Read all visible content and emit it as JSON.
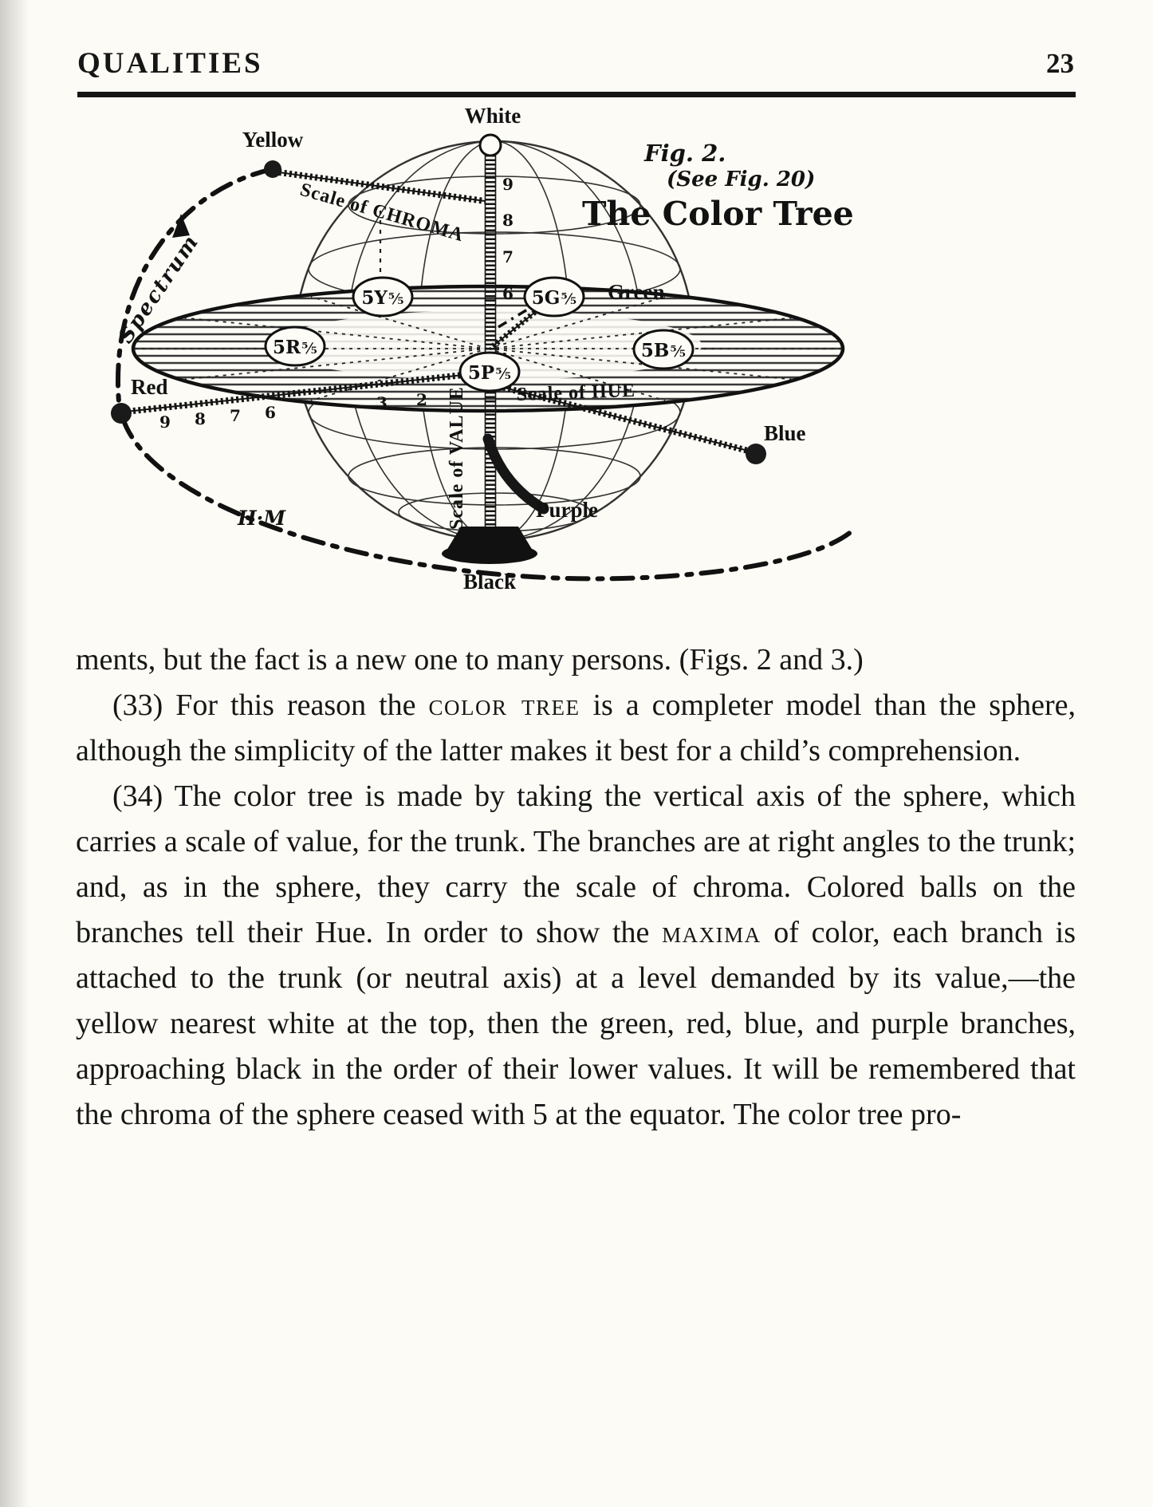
{
  "header": {
    "title": "QUALITIES",
    "page_number": "23"
  },
  "figure": {
    "caption_line1": "Fig. 2.",
    "caption_line2": "(See Fig. 20)",
    "title": "The Color Tree",
    "labels": {
      "white": "White",
      "yellow": "Yellow",
      "green": "Green",
      "red": "Red",
      "blue": "Blue",
      "purple": "Purple",
      "black": "Black",
      "spectrum": "Spectrum",
      "scale_of_chroma": "Scale of CHROMA",
      "scale_of_hue": "Scale of HUE",
      "scale_of_value": "Scale of VALUE",
      "signature": "H·M"
    },
    "hue_chips": [
      {
        "hue": "5Y",
        "fraction": "⁵⁄₅"
      },
      {
        "hue": "5G",
        "fraction": "⁵⁄₅"
      },
      {
        "hue": "5R",
        "fraction": "⁵⁄₅"
      },
      {
        "hue": "5B",
        "fraction": "⁵⁄₅"
      },
      {
        "hue": "5P",
        "fraction": "⁵⁄₅"
      }
    ],
    "trunk_value_numbers": [
      "9",
      "8",
      "7",
      "6"
    ],
    "chroma_numbers": [
      "9",
      "8",
      "7",
      "6",
      "3",
      "2"
    ]
  },
  "body": {
    "p1": "ments, but the fact is a new one to many persons.  (Figs. 2 and 3.)",
    "p2_seg1": "(33) For this reason the ",
    "p2_smallcaps": "color tree",
    "p2_seg2": " is a completer model than the sphere, although the simplicity of the latter makes it best for a child’s comprehension.",
    "p3_seg1": "(34) The color tree is made by taking the vertical axis of the sphere, which carries a scale of value, for the trunk.  The branches are at right angles to the trunk; and, as in the sphere, they carry the scale of chroma.  Colored balls on the branches tell their Hue.  In order to show the ",
    "p3_smallcaps": "maxima",
    "p3_seg2": " of color, each branch is attached to the trunk (or neutral axis) at a level demanded by its value,—the yellow nearest white at the top, then the green, red, blue, and purple branches, approaching black in the order of their lower values.  It will be remembered that the chroma of the sphere ceased with 5 at the equator.  The color tree pro-"
  }
}
